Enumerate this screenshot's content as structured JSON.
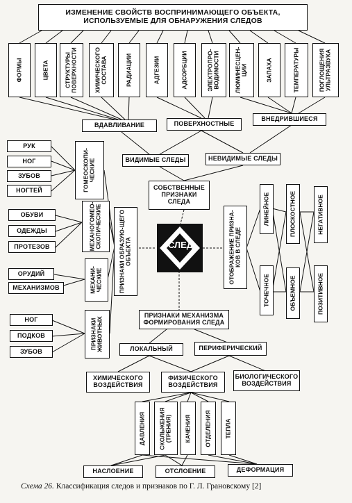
{
  "header": {
    "title_line1": "ИЗМЕНЕНИЕ СВОЙСТВ ВОСПРИНИМАЮЩЕГО ОБЪЕКТА,",
    "title_line2": "ИСПОЛЬЗУЕМЫЕ ДЛЯ ОБНАРУЖЕНИЯ СЛЕДОВ"
  },
  "properties": [
    "ФОРМЫ",
    "ЦВЕТА",
    "СТРУКТУРЫ ПОВЕРХНОСТИ",
    "ХИМИЧЕСКОГО СОСТАВА",
    "РАДИАЦИИ",
    "АДГЕЗИИ",
    "АДСОРБЦИИ",
    "ЭЛЕКТРОПРО-ВОДИМОСТИ",
    "ЛЮМИНЕСЦЕН-ЦИИ",
    "ЗАПАХА",
    "ТЕМПЕРАТУРЫ",
    "ПОГЛОЩЕНИЯ УЛЬТРАЗВУКА"
  ],
  "depth_types": {
    "pressed": "ВДАВЛИВАНИЕ",
    "surface": "ПОВЕРХНОСТНЫЕ",
    "embedded": "ВНЕДРИВШИЕСЯ"
  },
  "visibility": {
    "visible": "ВИДИМЫЕ СЛЕДЫ",
    "invisible": "НЕВИДИМЫЕ СЛЕДЫ"
  },
  "own_features": "СОБСТВЕННЫЕ ПРИЗНАКИ СЛЕДА",
  "center": "СЛЕД",
  "left": {
    "homeoscopic": {
      "label": "ГОМЕОСКОПИ-ЧЕСКИЕ",
      "items": [
        "РУК",
        "НОГ",
        "ЗУБОВ",
        "НОГТЕЙ"
      ]
    },
    "mechanohomeoscopic": {
      "label": "МЕХАНОГОМЕО-СКОПИЧЕСКИЕ",
      "items": [
        "ОБУВИ",
        "ОДЕЖДЫ",
        "ПРОТЕЗОВ"
      ]
    },
    "mechanical": {
      "label": "МЕХАНИ-ЧЕСКИЕ",
      "items": [
        "ОРУДИЙ",
        "МЕХАНИЗМОВ"
      ]
    },
    "animals": {
      "label": "ПРИЗНАКИ ЖИВОТНЫХ",
      "items": [
        "НОГ",
        "ПОДКОВ",
        "ЗУБОВ"
      ]
    },
    "forming_object": "ПРИЗНАКИ ОБРАЗУЮ-ЩЕГО ОБЪЕКТА"
  },
  "right": {
    "display": "ОТОБРАЖЕНИЕ ПРИЗНА-КОВ В СЛЕДЕ",
    "linear": "ЛИНЕЙНОЕ",
    "point": "ТОЧЕЧНОЕ",
    "planar": "ПЛОСКОСТНОЕ",
    "volume": "ОБЪЕМНОЕ",
    "negative": "НЕГАТИВНОЕ",
    "positive": "ПОЗИТИВНОЕ"
  },
  "mechanism": {
    "label": "ПРИЗНАКИ МЕХАНИЗМА ФОРМИРОВАНИЯ СЛЕДА",
    "local": "ЛОКАЛЬНЫЙ",
    "peripheral": "ПЕРИФЕРИЧЕСКИЙ"
  },
  "impact": {
    "chemical": "ХИМИЧЕСКОГО ВОЗДЕЙСТВИЯ",
    "physical": "ФИЗИЧЕСКОГО ВОЗДЕЙСТВИЯ",
    "biological": "БИОЛОГИЧЕСКОГО ВОЗДЕЙСТВИЯ"
  },
  "physical_types": [
    "ДАВЛЕНИЯ",
    "СКОЛЬЖЕНИЯ (ТРЕНИЯ)",
    "КАЧЕНИЯ",
    "ОТДЕЛЕНИЯ",
    "ТЕПЛА"
  ],
  "results": [
    "НАСЛОЕНИЕ",
    "ОТСЛОЕНИЕ",
    "ДЕФОРМАЦИЯ"
  ],
  "caption": {
    "label": "Схема 26.",
    "text": "Классификация следов и признаков по Г. Л. Грановскому [2]"
  }
}
